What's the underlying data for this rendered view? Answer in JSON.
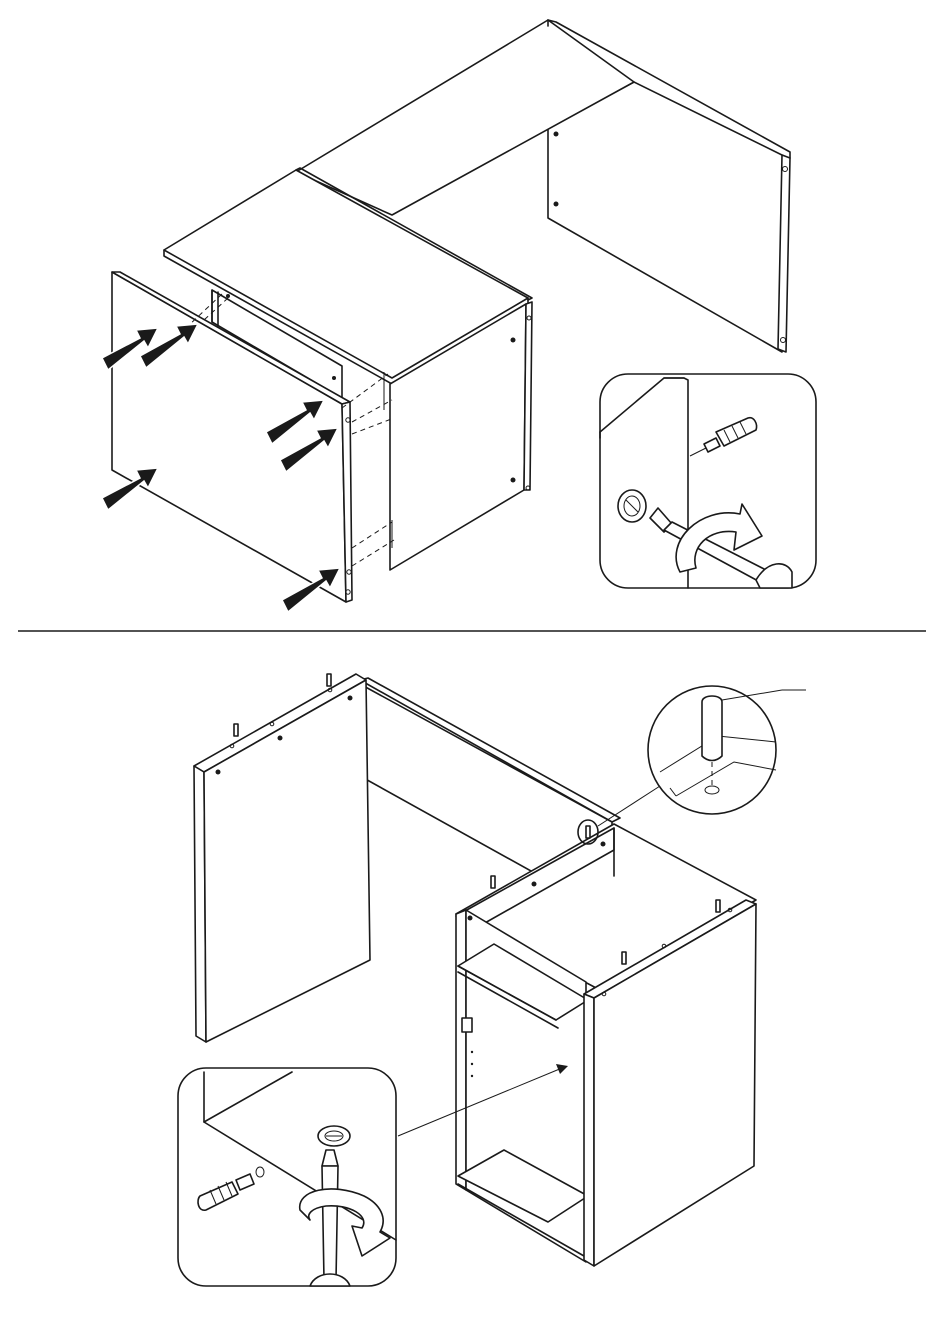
{
  "colors": {
    "ink": "#1a1a1a",
    "paper": "#ffffff"
  },
  "steps": [
    {
      "name": "side-panel-attachment-step",
      "detail": "cam-lock-screw-detail"
    },
    {
      "name": "frame-assembly-step",
      "detail": "wooden-dowel-detail"
    }
  ],
  "icons": [
    "push-arrow-icon",
    "screwdriver-icon",
    "rotate-arrow-icon",
    "cam-lock-icon",
    "dowel-icon"
  ]
}
